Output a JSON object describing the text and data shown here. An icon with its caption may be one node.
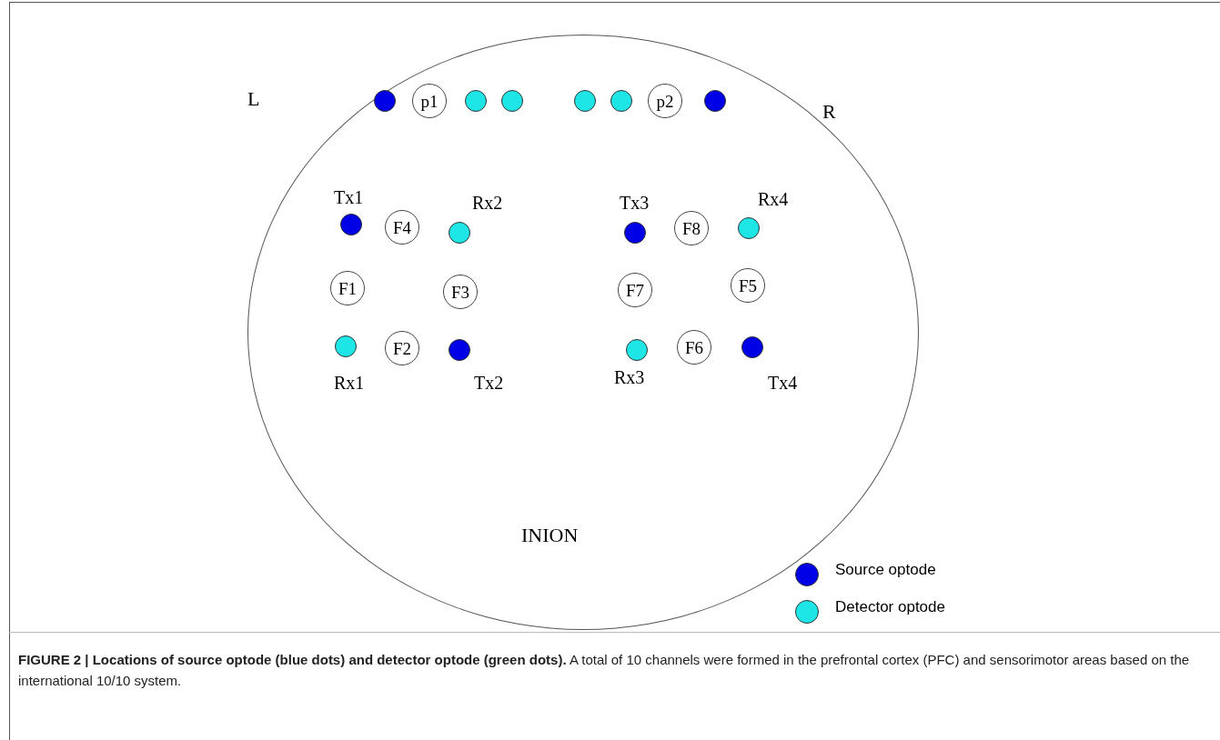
{
  "diagram": {
    "caption": "**FIGURE 2 | Locations of source optode (blue dots) and detector optode (green dots).** A total of 10 channels were formed in the prefrontal cortex (PFC) and sensorimotor areas based on the international 10/10 system.",
    "nodes": [
      {
        "text": [],
        "shape": "circle"
      },
      {
        "text": [],
        "shape": "circle",
        "in": 0
      },
      {
        "text": [
          "p1"
        ],
        "in": 0
      },
      {
        "text": [],
        "shape": "circle",
        "in": 0
      },
      {
        "text": [],
        "shape": "circle",
        "in": 0
      },
      {
        "text": [],
        "shape": "circle",
        "in": 0
      },
      {
        "text": [],
        "shape": "circle",
        "in": 0
      },
      {
        "text": [
          "p2"
        ],
        "in": 0
      },
      {
        "text": [],
        "shape": "circle",
        "in": 0
      },
      {
        "text": [],
        "shape": "circle",
        "in": 0,
        "beside": [
          "Tx1"
        ]
      },
      {
        "text": [
          "F4"
        ],
        "in": 0
      },
      {
        "text": [],
        "shape": "circle",
        "in": 0,
        "beside": [
          "Rx2"
        ]
      },
      {
        "text": [],
        "shape": "circle",
        "in": 0,
        "beside": [
          "Tx3"
        ]
      },
      {
        "text": [
          "F8"
        ],
        "in": 0
      },
      {
        "text": [],
        "shape": "circle",
        "in": 0,
        "beside": [
          "Rx4"
        ]
      },
      {
        "text": [
          "F1"
        ],
        "in": 0
      },
      {
        "text": [
          "F3"
        ],
        "in": 0
      },
      {
        "text": [
          "F7"
        ],
        "in": 0
      },
      {
        "text": [
          "F5"
        ],
        "in": 0
      },
      {
        "text": [],
        "shape": "circle",
        "in": 0,
        "beside": [
          "Rx1"
        ]
      },
      {
        "text": [
          "F2"
        ],
        "in": 0
      },
      {
        "text": [],
        "shape": "circle",
        "in": 0,
        "beside": [
          "Tx2"
        ]
      },
      {
        "text": [],
        "shape": "circle",
        "in": 0,
        "beside": [
          "Rx3"
        ]
      },
      {
        "text": [
          "F6"
        ],
        "in": 0
      },
      {
        "text": [],
        "shape": "circle",
        "in": 0,
        "beside": [
          "Tx4"
        ]
      }
    ],
    "labels": [
      "L",
      "R",
      "INION"
    ],
    "legend": [
      {
        "text": "Source optode",
        "color": "#0000e6"
      },
      {
        "text": "Detector optode",
        "color": "#1ee6e6"
      }
    ]
  }
}
